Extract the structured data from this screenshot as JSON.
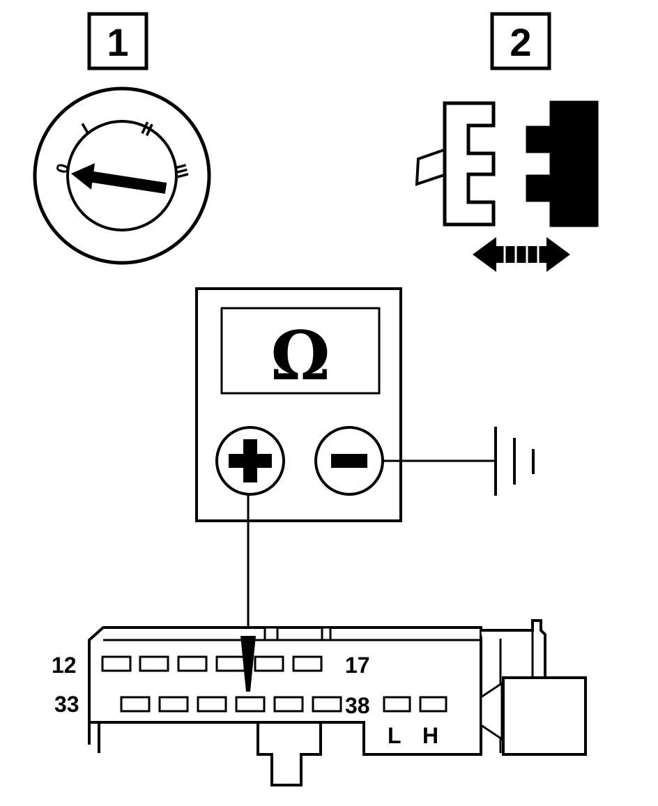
{
  "step_labels": {
    "step1": "1",
    "step2": "2"
  },
  "switch_marks": {
    "pos0": "0",
    "pos1": "I",
    "pos2": "II",
    "pos3": "III"
  },
  "meter": {
    "unit_symbol": "Ω",
    "plus_label": "+",
    "minus_label": "−"
  },
  "connector": {
    "row1_start": "12",
    "row1_end": "17",
    "row2_start": "33",
    "row2_end": "38",
    "label_l": "L",
    "label_h": "H"
  },
  "colors": {
    "ink": "#000000",
    "paper": "#ffffff"
  }
}
